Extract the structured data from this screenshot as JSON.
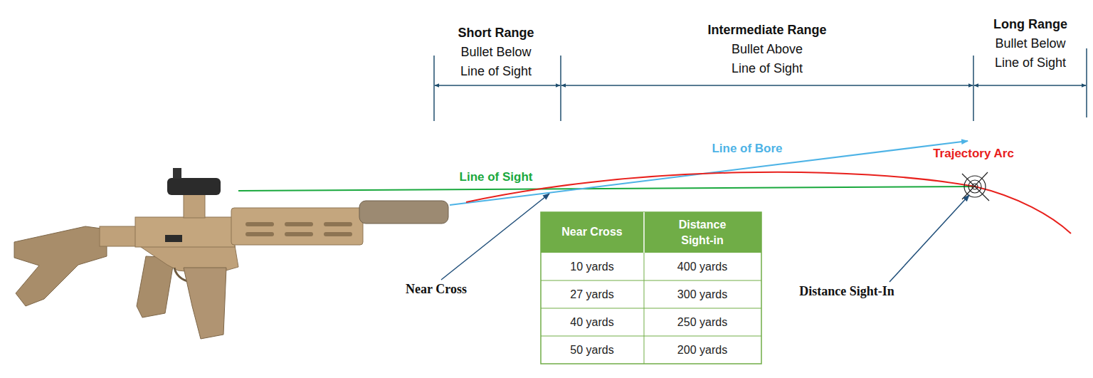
{
  "diagram": {
    "labels": [
      "Short Range",
      "Bullet Below Line of Sight",
      "Intermediate Range",
      "Bullet Above Line of Sight",
      "Long Range",
      "Bullet Below Line of Sight",
      "Line of Bore",
      "Trajectory Arc",
      "Line of Sight",
      "Near Cross",
      "Distance Sight-In",
      "Near Cross",
      "Distance Sight-in",
      "10 yards",
      "400 yards",
      "27 yards",
      "300 yards",
      "40 yards",
      "250 yards",
      "50 yards",
      "200 yards"
    ]
  }
}
